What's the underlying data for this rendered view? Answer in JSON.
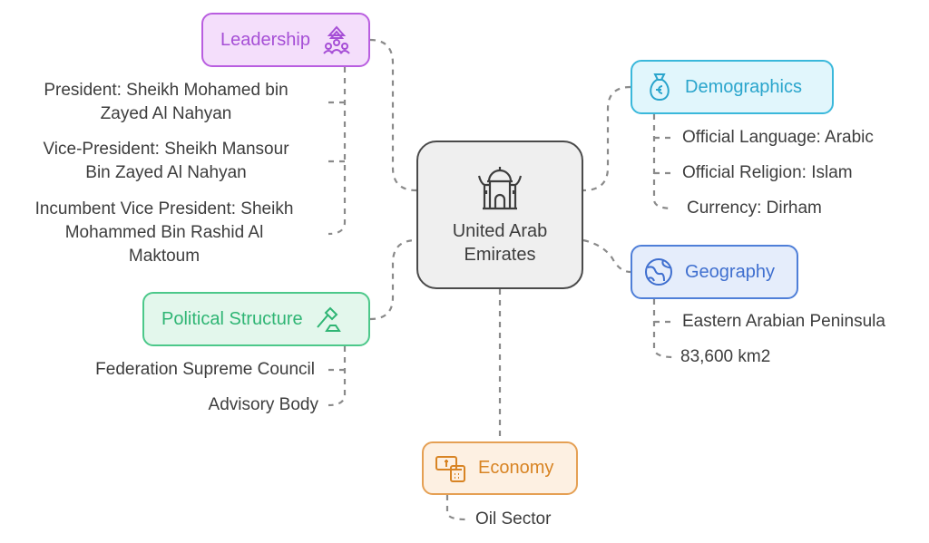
{
  "center": {
    "label_line1": "United Arab",
    "label_line2": "Emirates",
    "icon": "mosque-icon"
  },
  "branches": {
    "leadership": {
      "label": "Leadership",
      "icon": "people-hierarchy-icon",
      "color": "#a64fd6",
      "items": [
        {
          "line1": "President: Sheikh Mohamed bin",
          "line2": "Zayed Al Nahyan"
        },
        {
          "line1": "Vice-President: Sheikh Mansour",
          "line2": "Bin Zayed Al Nahyan"
        },
        {
          "line1": "Incumbent Vice President: Sheikh",
          "line2": "Mohammed Bin Rashid Al",
          "line3": "Maktoum"
        }
      ]
    },
    "political": {
      "label": "Political Structure",
      "icon": "gavel-icon",
      "color": "#2fb574",
      "items": [
        "Federation Supreme Council",
        "Advisory Body"
      ]
    },
    "demographics": {
      "label": "Demographics",
      "icon": "money-bag-icon",
      "color": "#2aa5cc",
      "items": [
        "Official Language: Arabic",
        "Official Religion: Islam",
        "Currency: Dirham"
      ]
    },
    "geography": {
      "label": "Geography",
      "icon": "globe-icon",
      "color": "#3f6fcf",
      "items": [
        "Eastern Arabian Peninsula",
        "83,600 km2"
      ]
    },
    "economy": {
      "label": "Economy",
      "icon": "cash-calculator-icon",
      "color": "#d88424",
      "items": [
        "Oil Sector"
      ]
    }
  }
}
